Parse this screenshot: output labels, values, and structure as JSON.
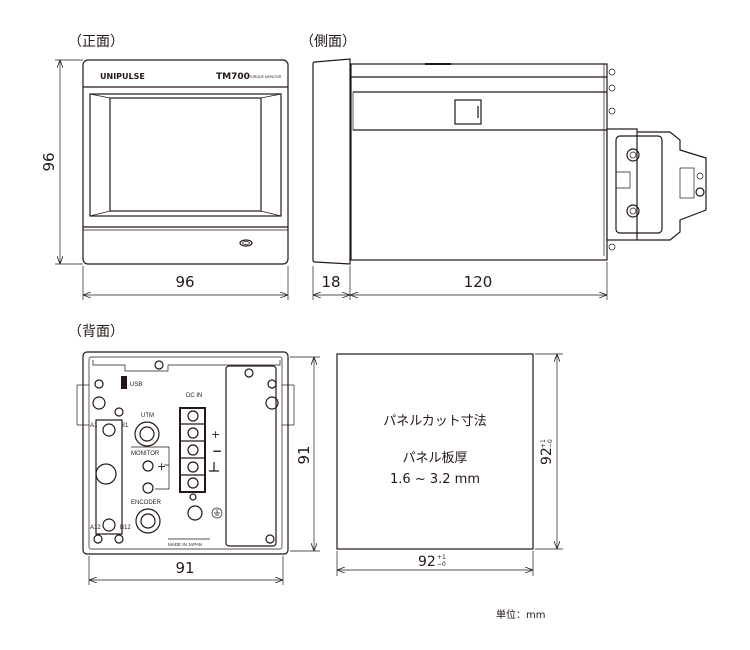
{
  "views": {
    "front": {
      "title": "（正面）",
      "brand": "UNIPULSE",
      "model": "TM700",
      "model_sub": "TORQUE MONITOR",
      "dim_height": "96",
      "dim_width": "96"
    },
    "side": {
      "title": "（側面）",
      "dim_bezel": "18",
      "dim_depth": "120"
    },
    "rear": {
      "title": "（背面）",
      "usb": "USB",
      "utm": "UTM",
      "monitor": "MONITOR",
      "encoder": "ENCODER",
      "dc_in": "DC IN",
      "plus": "+",
      "minus": "−",
      "a1": "A1",
      "b1": "B1",
      "a12": "A12",
      "b12": "B12",
      "made_in": "MADE IN JAPAN",
      "dim_height": "91",
      "dim_width": "91"
    },
    "panel_cut": {
      "title": "パネルカット寸法",
      "thickness_label": "パネル板厚",
      "thickness_value": "1.6 ~ 3.2 mm",
      "dim_main": "92",
      "tol_plus": "+1",
      "tol_minus": "−0"
    }
  },
  "unit_note": "単位：mm",
  "colors": {
    "line": "#231815"
  }
}
